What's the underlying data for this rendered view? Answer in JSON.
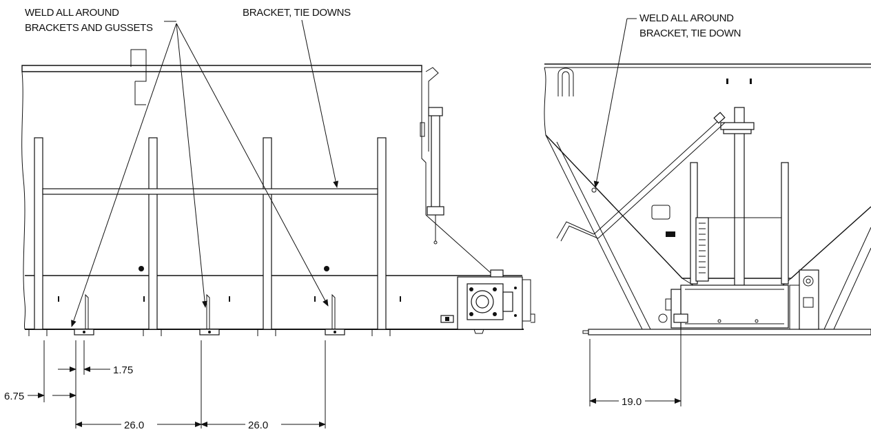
{
  "left_view": {
    "callout_weld": [
      "WELD ALL AROUND",
      "BRACKETS AND GUSSETS"
    ],
    "callout_bracket": "BRACKET, TIE DOWNS",
    "dimensions": {
      "gusset_offset": "1.75",
      "end_offset": "6.75",
      "spacing_1": "26.0",
      "spacing_2": "26.0"
    }
  },
  "right_view": {
    "callout_weld": [
      "WELD ALL AROUND",
      "BRACKET, TIE DOWN"
    ],
    "dimensions": {
      "bracket_offset": "19.0"
    }
  }
}
